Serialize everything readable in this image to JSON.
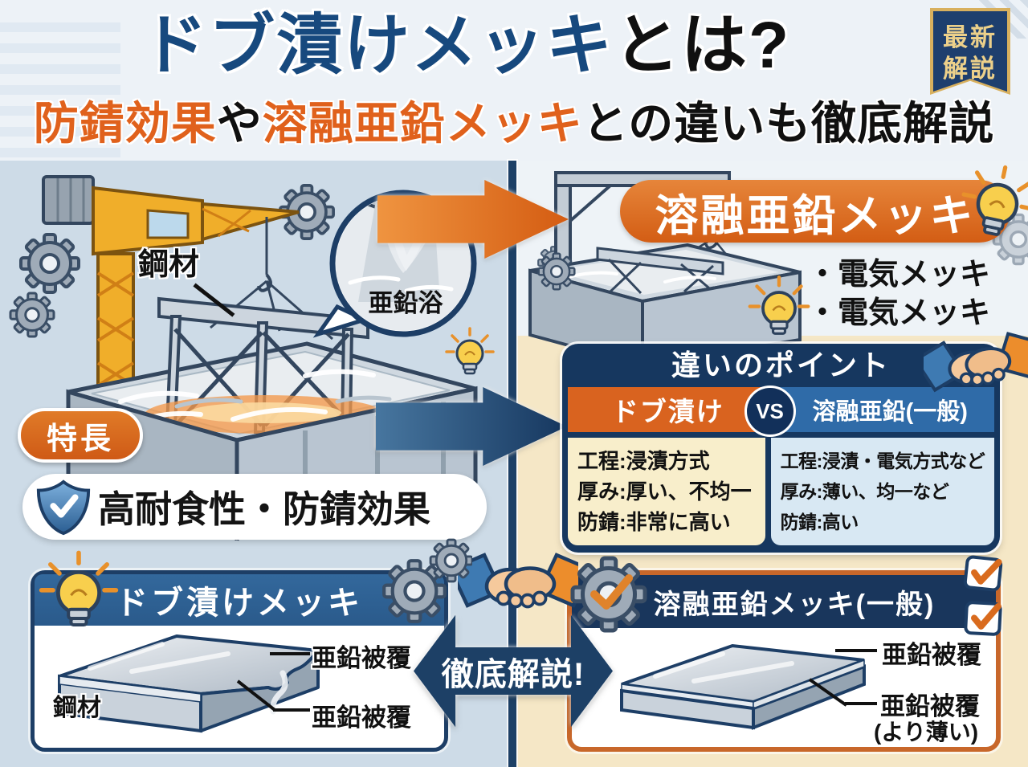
{
  "meta": {
    "type": "infographic",
    "language": "ja"
  },
  "header": {
    "badge_line1": "最新",
    "badge_line2": "解説",
    "title_main": "ドブ漬けメッキ",
    "title_suffix": "とは?",
    "subtitle_part1": "防錆効果",
    "subtitle_part2": "や",
    "subtitle_part3": "溶融亜鉛メッキ",
    "subtitle_part4": "との違いも徹底解説"
  },
  "dip_process": {
    "steel_label": "鋼材",
    "zinc_bath_label": "亜鉛浴"
  },
  "galvanizing": {
    "banner": "溶融亜鉛メッキ",
    "bullets": [
      "・電気メッキ",
      "・電気メッキ"
    ]
  },
  "comparison": {
    "title": "違いのポイント",
    "left_header": "ドブ漬け",
    "vs_label": "VS",
    "right_header": "溶融亜鉛(一般)",
    "left_rows": [
      "工程:浸漬方式",
      "厚み:厚い、不均一",
      "防錆:非常に高い"
    ],
    "right_rows": [
      "工程:浸漬・電気方式など",
      "厚み:薄い、均一など",
      "防錆:高い"
    ]
  },
  "features": {
    "badge": "特長",
    "text": "高耐食性・防錆効果"
  },
  "dobuzuke_panel": {
    "header": "ドブ漬けメッキ",
    "steel_label": "鋼材",
    "coating_label_top": "亜鉛被覆",
    "coating_label_bottom": "亜鉛被覆"
  },
  "center": {
    "arrow_label": "徹底解説!"
  },
  "general_panel": {
    "header": "溶融亜鉛メッキ(一般)",
    "coating_label_top": "亜鉛被覆",
    "coating_label_bottom_line1": "亜鉛被覆",
    "coating_label_bottom_line2": "(より薄い)"
  },
  "colors": {
    "title_blue": "#17497e",
    "accent_orange": "#d96b1e",
    "navy": "#1d3e66",
    "panel_navy": "#16375f",
    "cream_bg": "#f5e7c6",
    "left_bg": "#cddbe7",
    "table_cream": "#f8eecb",
    "table_blue": "#d8e8f3",
    "badge_navy": "#1e3f6e",
    "badge_gold": "#ecd08a"
  }
}
